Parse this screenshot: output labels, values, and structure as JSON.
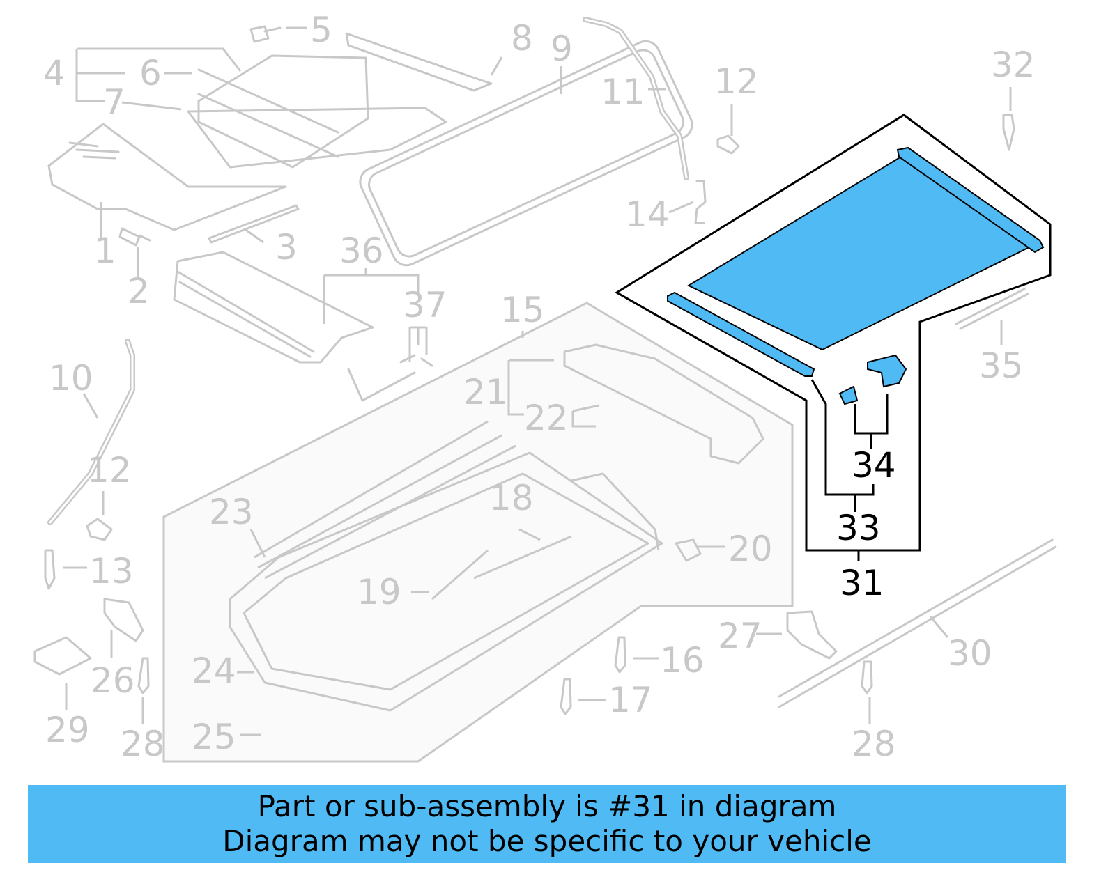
{
  "diagram": {
    "colors": {
      "part_line": "#c8c8c8",
      "subassembly_fill": "#fafafa",
      "highlight_fill": "#4fbaf3",
      "highlight_line": "#000000",
      "banner_bg": "#4fbaf3",
      "banner_text": "#000000"
    },
    "highlighted_part": "31",
    "callouts": [
      {
        "num": "1"
      },
      {
        "num": "2"
      },
      {
        "num": "3"
      },
      {
        "num": "4"
      },
      {
        "num": "5"
      },
      {
        "num": "6"
      },
      {
        "num": "7"
      },
      {
        "num": "8"
      },
      {
        "num": "9"
      },
      {
        "num": "10"
      },
      {
        "num": "11"
      },
      {
        "num": "12"
      },
      {
        "num": "12"
      },
      {
        "num": "13"
      },
      {
        "num": "14"
      },
      {
        "num": "15"
      },
      {
        "num": "16"
      },
      {
        "num": "17"
      },
      {
        "num": "18"
      },
      {
        "num": "19"
      },
      {
        "num": "20"
      },
      {
        "num": "21"
      },
      {
        "num": "22"
      },
      {
        "num": "23"
      },
      {
        "num": "24"
      },
      {
        "num": "25"
      },
      {
        "num": "26"
      },
      {
        "num": "27"
      },
      {
        "num": "28"
      },
      {
        "num": "28"
      },
      {
        "num": "29"
      },
      {
        "num": "30"
      },
      {
        "num": "31"
      },
      {
        "num": "32"
      },
      {
        "num": "33"
      },
      {
        "num": "34"
      },
      {
        "num": "35"
      },
      {
        "num": "36"
      },
      {
        "num": "37"
      }
    ]
  },
  "banner": {
    "line1": "Part or sub-assembly is #31 in diagram",
    "line2": "Diagram may not be specific to your vehicle"
  }
}
